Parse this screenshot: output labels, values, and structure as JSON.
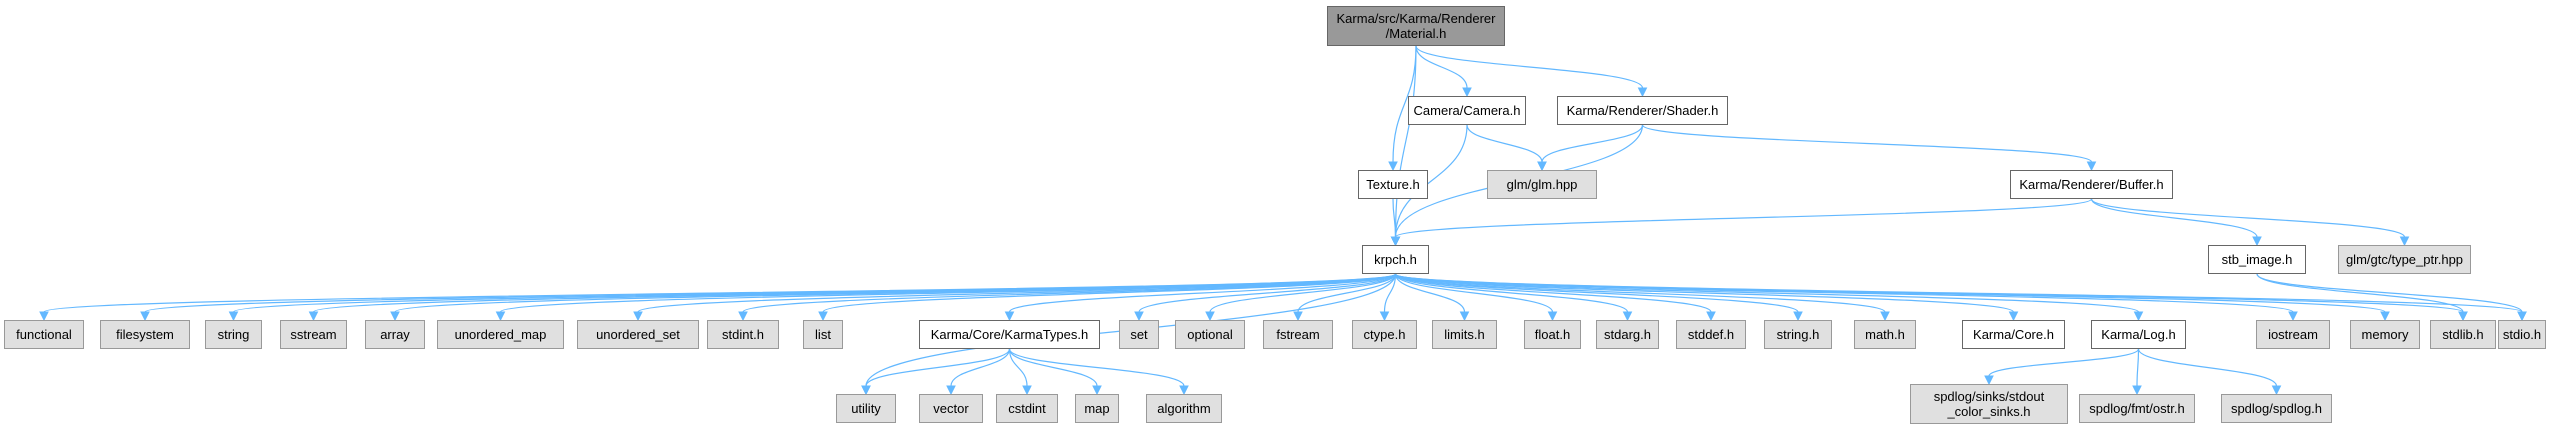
{
  "graph": {
    "colors": {
      "edge": "#63b8ff",
      "documented_fill": "#ffffff",
      "documented_border": "#666666",
      "external_fill": "#e0e0e0",
      "external_border": "#999999",
      "root_fill": "#999999"
    },
    "nodes": [
      {
        "id": "material",
        "label": "Karma/src/Karma/Renderer\n/Material.h",
        "kind": "root"
      },
      {
        "id": "camera",
        "label": "Camera/Camera.h",
        "kind": "documented"
      },
      {
        "id": "shader",
        "label": "Karma/Renderer/Shader.h",
        "kind": "documented"
      },
      {
        "id": "texture",
        "label": "Texture.h",
        "kind": "documented"
      },
      {
        "id": "glm",
        "label": "glm/glm.hpp",
        "kind": "external"
      },
      {
        "id": "buffer",
        "label": "Karma/Renderer/Buffer.h",
        "kind": "documented"
      },
      {
        "id": "krpch",
        "label": "krpch.h",
        "kind": "documented"
      },
      {
        "id": "stb_image",
        "label": "stb_image.h",
        "kind": "documented"
      },
      {
        "id": "type_ptr",
        "label": "glm/gtc/type_ptr.hpp",
        "kind": "external"
      },
      {
        "id": "functional",
        "label": "functional",
        "kind": "external"
      },
      {
        "id": "filesystem",
        "label": "filesystem",
        "kind": "external"
      },
      {
        "id": "string",
        "label": "string",
        "kind": "external"
      },
      {
        "id": "sstream",
        "label": "sstream",
        "kind": "external"
      },
      {
        "id": "array",
        "label": "array",
        "kind": "external"
      },
      {
        "id": "unordered_map",
        "label": "unordered_map",
        "kind": "external"
      },
      {
        "id": "unordered_set",
        "label": "unordered_set",
        "kind": "external"
      },
      {
        "id": "stdint",
        "label": "stdint.h",
        "kind": "external"
      },
      {
        "id": "list",
        "label": "list",
        "kind": "external"
      },
      {
        "id": "karmatypes",
        "label": "Karma/Core/KarmaTypes.h",
        "kind": "documented"
      },
      {
        "id": "set",
        "label": "set",
        "kind": "external"
      },
      {
        "id": "optional",
        "label": "optional",
        "kind": "external"
      },
      {
        "id": "fstream",
        "label": "fstream",
        "kind": "external"
      },
      {
        "id": "ctype",
        "label": "ctype.h",
        "kind": "external"
      },
      {
        "id": "limits",
        "label": "limits.h",
        "kind": "external"
      },
      {
        "id": "float",
        "label": "float.h",
        "kind": "external"
      },
      {
        "id": "stdarg",
        "label": "stdarg.h",
        "kind": "external"
      },
      {
        "id": "stddef",
        "label": "stddef.h",
        "kind": "external"
      },
      {
        "id": "stringh",
        "label": "string.h",
        "kind": "external"
      },
      {
        "id": "math",
        "label": "math.h",
        "kind": "external"
      },
      {
        "id": "core",
        "label": "Karma/Core.h",
        "kind": "documented"
      },
      {
        "id": "log",
        "label": "Karma/Log.h",
        "kind": "documented"
      },
      {
        "id": "iostream",
        "label": "iostream",
        "kind": "external"
      },
      {
        "id": "memory",
        "label": "memory",
        "kind": "external"
      },
      {
        "id": "stdlib",
        "label": "stdlib.h",
        "kind": "external"
      },
      {
        "id": "stdio",
        "label": "stdio.h",
        "kind": "external"
      },
      {
        "id": "utility",
        "label": "utility",
        "kind": "external"
      },
      {
        "id": "vector",
        "label": "vector",
        "kind": "external"
      },
      {
        "id": "cstdint",
        "label": "cstdint",
        "kind": "external"
      },
      {
        "id": "map",
        "label": "map",
        "kind": "external"
      },
      {
        "id": "algorithm",
        "label": "algorithm",
        "kind": "external"
      },
      {
        "id": "sinks",
        "label": "spdlog/sinks/stdout\n_color_sinks.h",
        "kind": "external"
      },
      {
        "id": "ostr",
        "label": "spdlog/fmt/ostr.h",
        "kind": "external"
      },
      {
        "id": "spdlog",
        "label": "spdlog/spdlog.h",
        "kind": "external"
      }
    ],
    "edges": [
      [
        "material",
        "camera"
      ],
      [
        "material",
        "shader"
      ],
      [
        "material",
        "texture"
      ],
      [
        "material",
        "krpch"
      ],
      [
        "camera",
        "glm"
      ],
      [
        "camera",
        "krpch"
      ],
      [
        "shader",
        "glm"
      ],
      [
        "shader",
        "krpch"
      ],
      [
        "shader",
        "buffer"
      ],
      [
        "texture",
        "krpch"
      ],
      [
        "buffer",
        "krpch"
      ],
      [
        "buffer",
        "stb_image"
      ],
      [
        "buffer",
        "type_ptr"
      ],
      [
        "stb_image",
        "stdlib"
      ],
      [
        "stb_image",
        "stdio"
      ],
      [
        "krpch",
        "functional"
      ],
      [
        "krpch",
        "filesystem"
      ],
      [
        "krpch",
        "string"
      ],
      [
        "krpch",
        "sstream"
      ],
      [
        "krpch",
        "array"
      ],
      [
        "krpch",
        "unordered_map"
      ],
      [
        "krpch",
        "unordered_set"
      ],
      [
        "krpch",
        "stdint"
      ],
      [
        "krpch",
        "list"
      ],
      [
        "krpch",
        "utility"
      ],
      [
        "krpch",
        "karmatypes"
      ],
      [
        "krpch",
        "set"
      ],
      [
        "krpch",
        "optional"
      ],
      [
        "krpch",
        "fstream"
      ],
      [
        "krpch",
        "ctype"
      ],
      [
        "krpch",
        "limits"
      ],
      [
        "krpch",
        "float"
      ],
      [
        "krpch",
        "stdarg"
      ],
      [
        "krpch",
        "stddef"
      ],
      [
        "krpch",
        "stringh"
      ],
      [
        "krpch",
        "math"
      ],
      [
        "krpch",
        "core"
      ],
      [
        "krpch",
        "log"
      ],
      [
        "krpch",
        "iostream"
      ],
      [
        "krpch",
        "memory"
      ],
      [
        "krpch",
        "stdlib"
      ],
      [
        "krpch",
        "stdio"
      ],
      [
        "karmatypes",
        "utility"
      ],
      [
        "karmatypes",
        "vector"
      ],
      [
        "karmatypes",
        "cstdint"
      ],
      [
        "karmatypes",
        "map"
      ],
      [
        "karmatypes",
        "algorithm"
      ],
      [
        "log",
        "sinks"
      ],
      [
        "log",
        "ostr"
      ],
      [
        "log",
        "spdlog"
      ]
    ]
  }
}
